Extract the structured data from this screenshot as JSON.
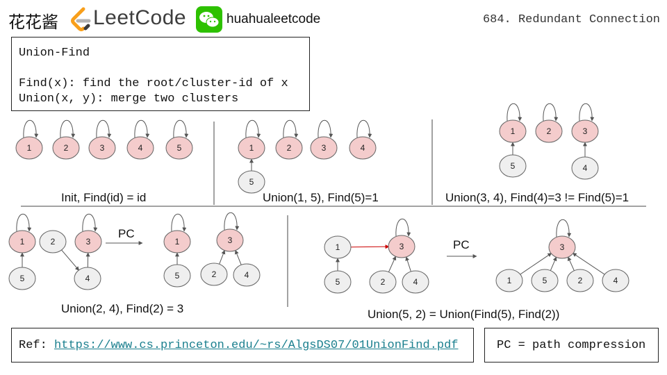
{
  "header": {
    "brand_cn": "花花酱",
    "leetcode_text": "LeetCode",
    "wechat_id": "huahualeetcode",
    "problem_title": "684. Redundant Connection"
  },
  "union_find_box": {
    "title": "Union-Find",
    "find_line": "Find(x): find the root/cluster-id of x",
    "union_line": "Union(x, y): merge two clusters"
  },
  "captions": {
    "init": "Init, Find(id) = id",
    "union_1_5": "Union(1, 5), Find(5)=1",
    "union_3_4": "Union(3, 4), Find(4)=3 != Find(5)=1",
    "union_2_4": "Union(2, 4), Find(2) = 3",
    "union_5_2": "Union(5, 2) = Union(Find(5), Find(2))",
    "pc_label_1": "PC",
    "pc_label_2": "PC"
  },
  "nodes": {
    "init": [
      "1",
      "2",
      "3",
      "4",
      "5"
    ],
    "panel2_roots": [
      "1",
      "2",
      "3",
      "4"
    ],
    "panel2_child": "5",
    "panel3_roots": [
      "1",
      "2",
      "3"
    ],
    "panel3_children": [
      "5",
      "4"
    ],
    "panel4_before": [
      "1",
      "2",
      "3",
      "5",
      "4"
    ],
    "panel4_after": [
      "1",
      "3",
      "5",
      "2",
      "4"
    ],
    "panel5_before": [
      "1",
      "3",
      "5",
      "2",
      "4"
    ],
    "panel5_after": [
      "3",
      "1",
      "5",
      "2",
      "4"
    ]
  },
  "footer": {
    "ref_label": "Ref: ",
    "ref_link": "https://www.cs.princeton.edu/~rs/AlgsDS07/01UnionFind.pdf",
    "pc_note": "PC = path compression"
  },
  "colors": {
    "root_fill": "#f4cccc",
    "child_fill": "#efefef",
    "highlight_edge": "#cc0000",
    "link": "#1a7f8e"
  }
}
